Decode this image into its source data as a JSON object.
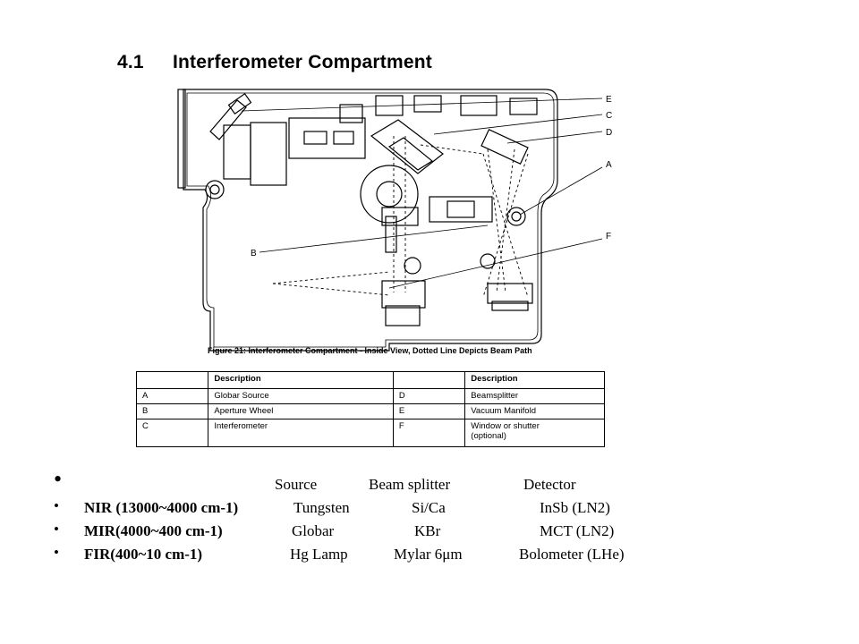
{
  "title": {
    "number": "4.1",
    "text": "Interferometer Compartment"
  },
  "figure": {
    "callouts": [
      "E",
      "C",
      "D",
      "A",
      "B",
      "F"
    ],
    "caption": "Figure 21:  Interferometer Compartment - Inside View,  Dotted Line Depicts Beam Path"
  },
  "legend": {
    "header": [
      "",
      "Description",
      "",
      "Description"
    ],
    "rows": [
      [
        "A",
        "Globar Source",
        "D",
        "Beamsplitter"
      ],
      [
        "B",
        "Aperture Wheel",
        "E",
        "Vacuum Manifold"
      ],
      [
        "C",
        "Interferometer",
        "F",
        "Window or  shutter\n(optional)"
      ]
    ]
  },
  "bullets": {
    "header": {
      "source": "Source",
      "beam_splitter": "Beam splitter",
      "detector": "Detector"
    },
    "rows": [
      {
        "range": "NIR (13000~4000 cm-1)",
        "source": "Tungsten",
        "beam_splitter": "Si/Ca",
        "detector": "InSb (LN2)"
      },
      {
        "range": "MIR(4000~400 cm-1)",
        "source": "Globar",
        "beam_splitter": "KBr",
        "detector": "MCT (LN2)"
      },
      {
        "range": "FIR(400~10 cm-1)",
        "source": "Hg Lamp",
        "beam_splitter": "Mylar 6μm",
        "detector": "Bolometer (LHe)"
      }
    ]
  }
}
